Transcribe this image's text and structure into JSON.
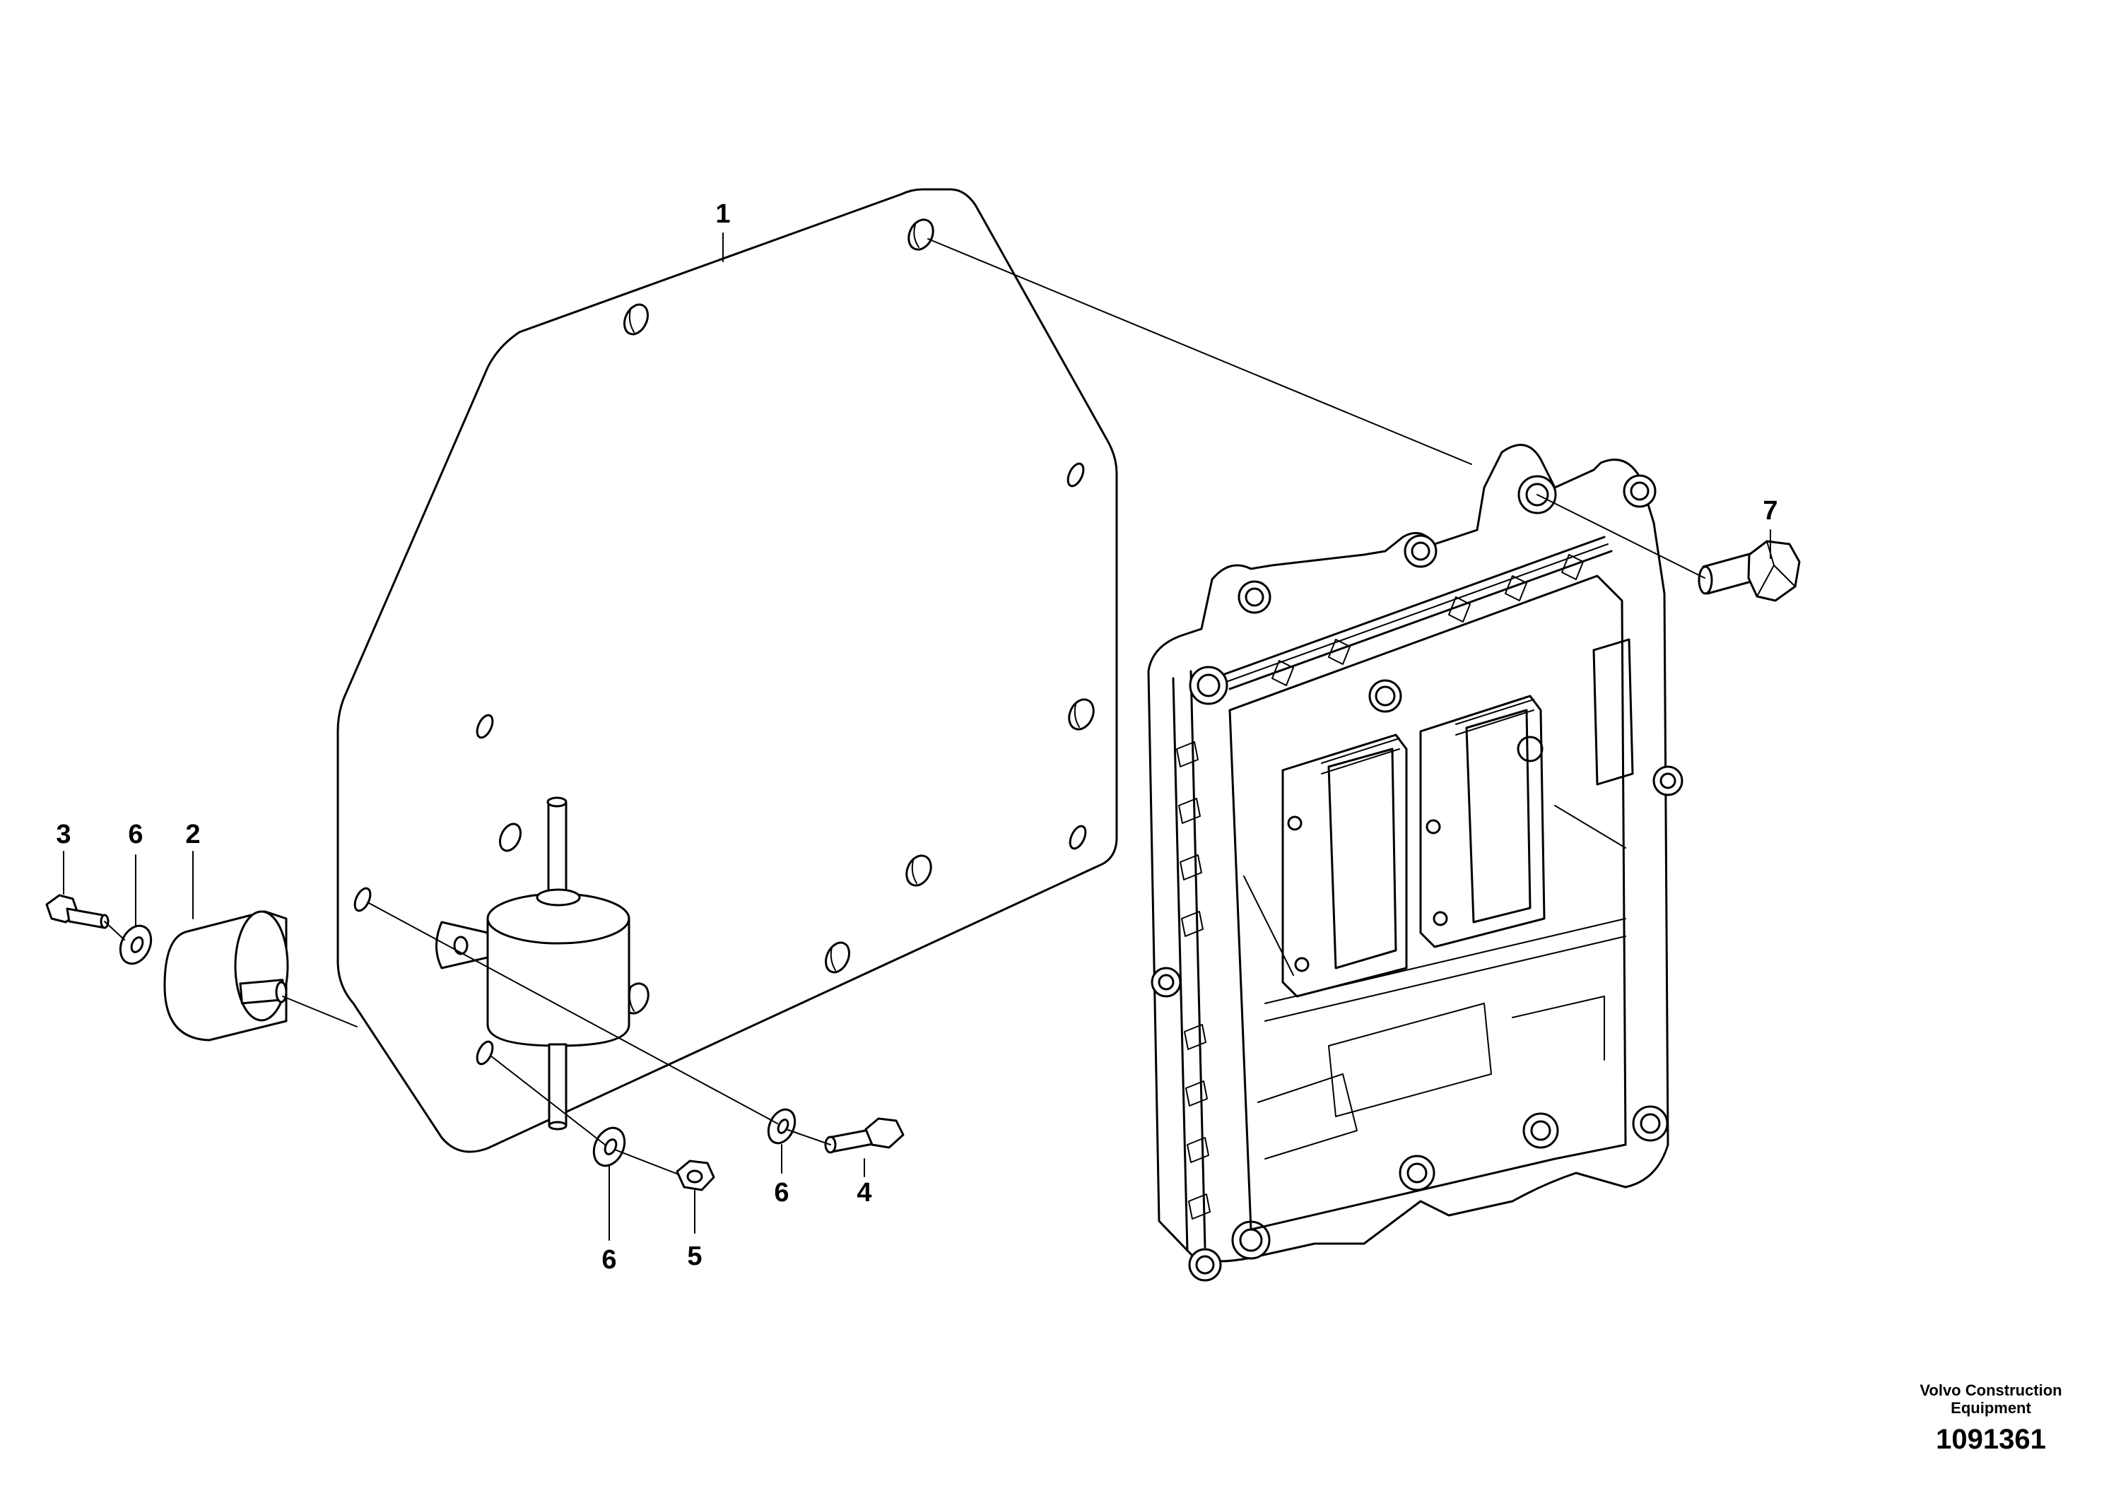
{
  "callouts": [
    {
      "id": "c1",
      "text": "1"
    },
    {
      "id": "c2",
      "text": "2"
    },
    {
      "id": "c3",
      "text": "3"
    },
    {
      "id": "c4",
      "text": "4"
    },
    {
      "id": "c5",
      "text": "5"
    },
    {
      "id": "c6a",
      "text": "6"
    },
    {
      "id": "c6b",
      "text": "6"
    },
    {
      "id": "c6c",
      "text": "6"
    },
    {
      "id": "c7",
      "text": "7"
    }
  ],
  "footer": {
    "credit_line1": "Volvo Construction",
    "credit_line2": "Equipment",
    "doc_number": "1091361"
  }
}
